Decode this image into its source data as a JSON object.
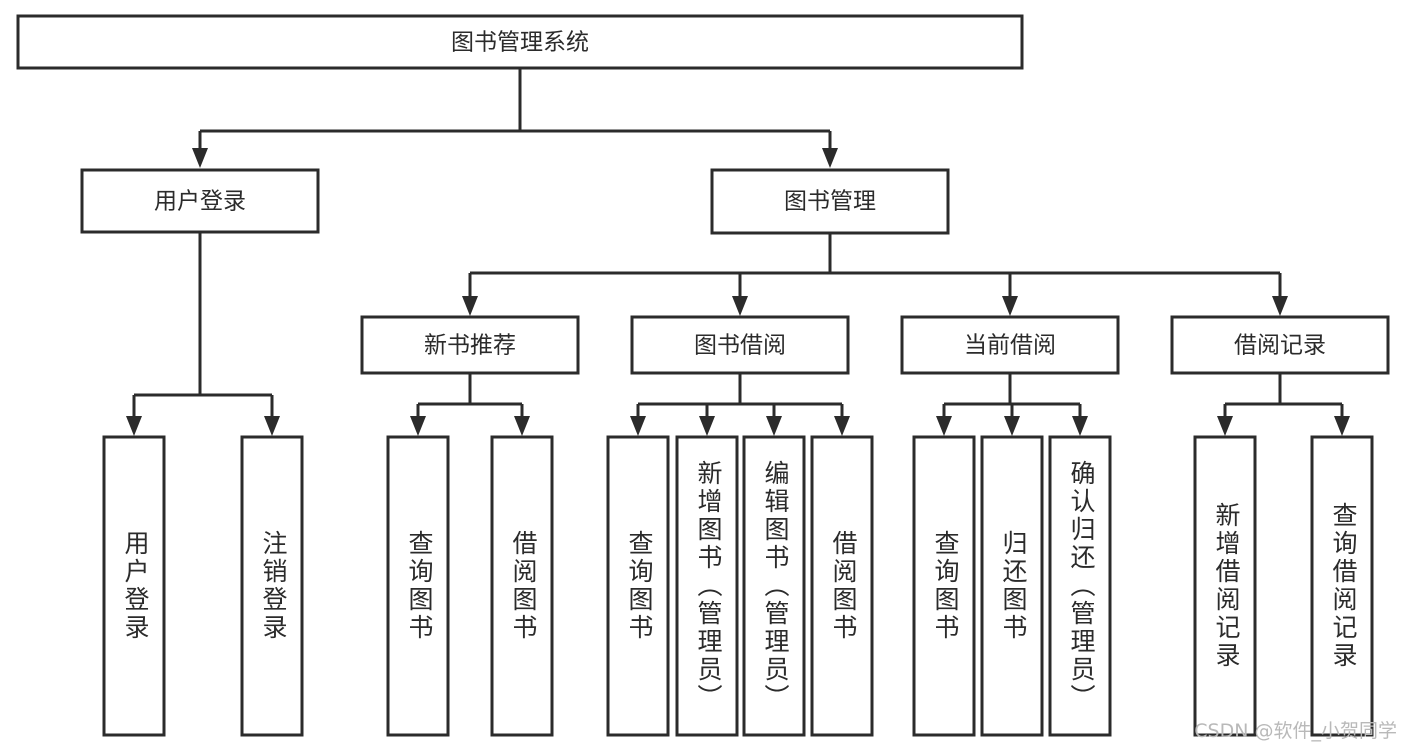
{
  "diagram": {
    "type": "tree",
    "title": "图书管理系统",
    "watermark": "CSDN @软件_小贺同学",
    "colors": {
      "box_stroke": "#2b2b2b",
      "box_fill": "#ffffff",
      "link": "#2b2b2b",
      "watermark": "#b9b9b9",
      "background": "#ffffff"
    },
    "nodes": {
      "root": {
        "label": "图书管理系统",
        "orientation": "horizontal"
      },
      "level2": [
        {
          "label": "用户登录",
          "orientation": "horizontal"
        },
        {
          "label": "图书管理",
          "orientation": "horizontal"
        }
      ],
      "level3": [
        {
          "label": "新书推荐",
          "orientation": "horizontal"
        },
        {
          "label": "图书借阅",
          "orientation": "horizontal"
        },
        {
          "label": "当前借阅",
          "orientation": "horizontal"
        },
        {
          "label": "借阅记录",
          "orientation": "horizontal"
        }
      ],
      "leaves": {
        "user_login": [
          {
            "label": "用户登录",
            "orientation": "vertical"
          },
          {
            "label": "注销登录",
            "orientation": "vertical"
          }
        ],
        "new_book_recommend": [
          {
            "label": "查询图书",
            "orientation": "vertical"
          },
          {
            "label": "借阅图书",
            "orientation": "vertical"
          }
        ],
        "book_borrow": [
          {
            "label": "查询图书",
            "orientation": "vertical"
          },
          {
            "label": "新增图书（管理员）",
            "orientation": "vertical"
          },
          {
            "label": "编辑图书（管理员）",
            "orientation": "vertical"
          },
          {
            "label": "借阅图书",
            "orientation": "vertical"
          }
        ],
        "current_borrow": [
          {
            "label": "查询图书",
            "orientation": "vertical"
          },
          {
            "label": "归还图书",
            "orientation": "vertical"
          },
          {
            "label": "确认归还（管理员）",
            "orientation": "vertical"
          }
        ],
        "borrow_record": [
          {
            "label": "新增借阅记录",
            "orientation": "vertical"
          },
          {
            "label": "查询借阅记录",
            "orientation": "vertical"
          }
        ]
      }
    }
  }
}
